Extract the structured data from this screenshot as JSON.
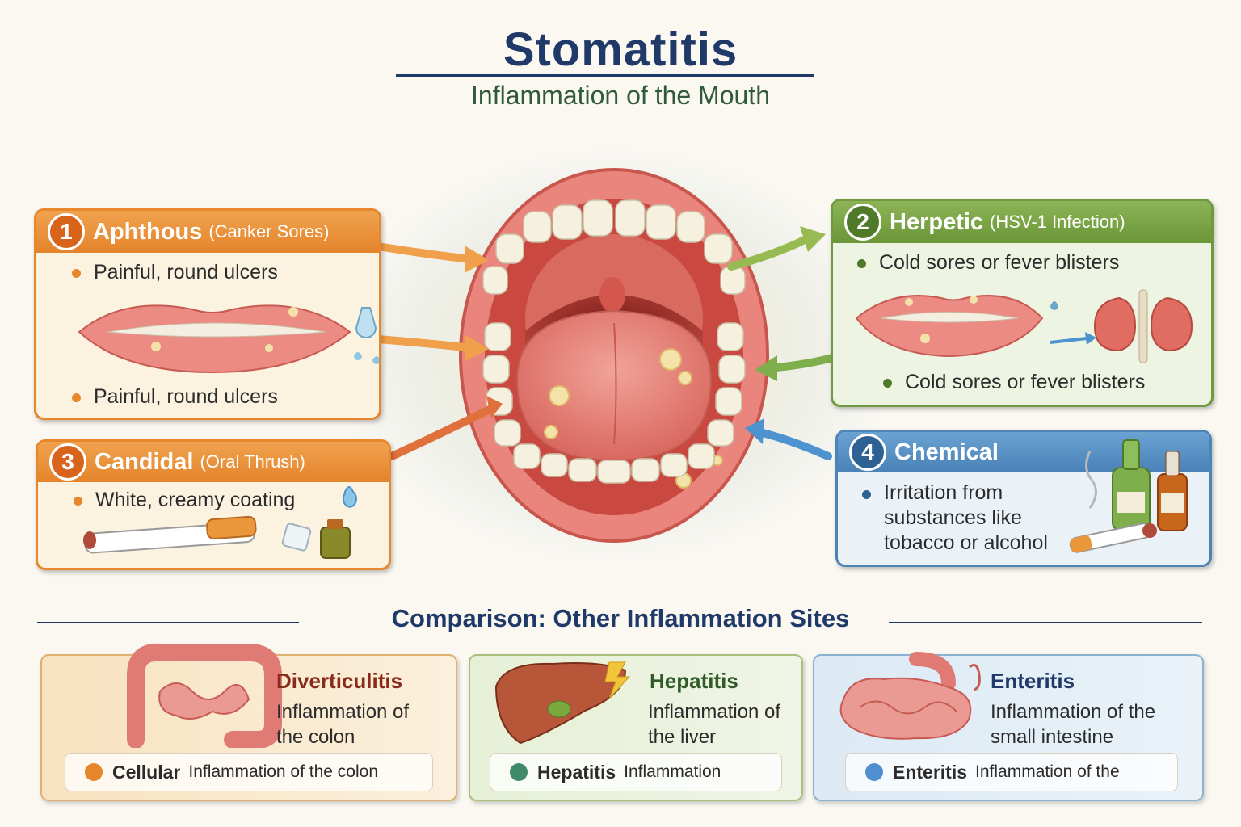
{
  "header": {
    "title": "Stomatitis",
    "subtitle": "Inflammation of the Mouth"
  },
  "types": [
    {
      "number": "1",
      "name": "Aphthous",
      "qualifier": "(Canker Sores)",
      "bullets": [
        "Painful, round ulcers",
        "Painful, round ulcers"
      ],
      "color": "#e8862c"
    },
    {
      "number": "2",
      "name": "Herpetic",
      "qualifier": "(HSV-1 Infection)",
      "bullets": [
        "Cold sores or fever blisters",
        "Cold sores or fever blisters"
      ],
      "color": "#6f9a3e"
    },
    {
      "number": "3",
      "name": "Candidal",
      "qualifier": "(Oral Thrush)",
      "bullets": [
        "White, creamy coating"
      ],
      "color": "#e8862c"
    },
    {
      "number": "4",
      "name": "Chemical",
      "bullets": [
        "Irritation from substances like tobacco or alcohol"
      ],
      "color": "#4c84b8"
    }
  ],
  "comparison": {
    "title": "Comparison: Other Inflammation Sites",
    "sites": [
      {
        "name": "Diverticulitis",
        "description": "Inflammation of the colon",
        "footer_bold": "Cellular",
        "footer_text": "Inflammation of the colon",
        "accent": "#e6862c"
      },
      {
        "name": "Hepatitis",
        "description": "Inflammation of the liver",
        "footer_bold": "Hepatitis",
        "footer_text": "Inflammation",
        "accent": "#3f8a6a"
      },
      {
        "name": "Enteritis",
        "description": "Inflammation of the small intestine",
        "footer_bold": "Enteritis",
        "footer_text": "Inflammation of the",
        "accent": "#4f8fd0"
      }
    ]
  }
}
